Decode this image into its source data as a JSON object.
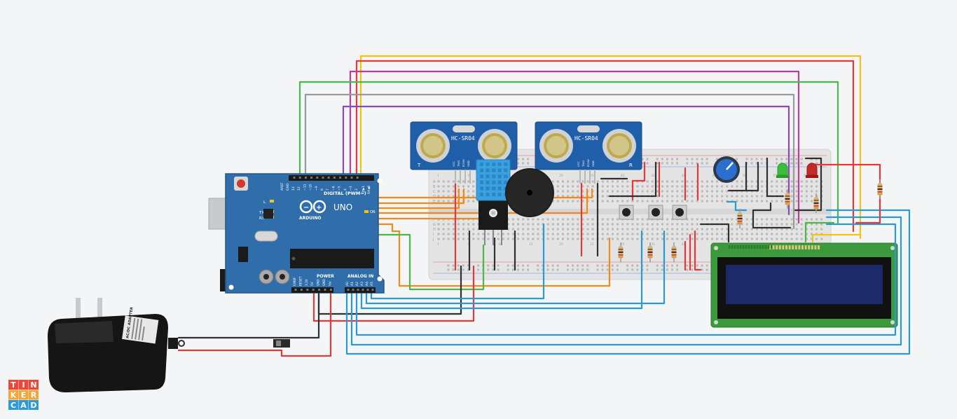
{
  "arduino": {
    "digital_label": "DIGITAL (PWM~)",
    "brand_name": "UNO",
    "brand_sub": "ARDUINO",
    "power_label": "POWER",
    "analog_label": "ANALOG IN",
    "tx_label": "TX",
    "rx_label": "RX",
    "l_label": "L",
    "on_label": "ON",
    "aref_label": "AREF",
    "gnd_label": "GND",
    "txpin_label": "TX▶1",
    "rxpin_label": "RX◀0",
    "digital_pins": [
      "13",
      "12",
      "~11",
      "~10",
      "~9",
      "8",
      "7",
      "~6",
      "~5",
      "4",
      "~3",
      "2"
    ],
    "power_pins": [
      "IOREF",
      "RESET",
      "3.3V",
      "5V",
      "GND",
      "GND",
      "Vin"
    ],
    "analog_pins": [
      "A0",
      "A1",
      "A2",
      "A3",
      "A4",
      "A5"
    ]
  },
  "sensors": [
    {
      "model": "HC-SR04",
      "corner": "T",
      "pins": [
        "VCC",
        "TRIG",
        "ECHO",
        "GND"
      ]
    },
    {
      "model": "HC-SR04",
      "corner": "R",
      "pins": [
        "VCC",
        "TRIG",
        "ECHO",
        "GND"
      ]
    }
  ],
  "adapter_label": "AC/DC ADAPTER",
  "breadboard_cols": [
    "1",
    "5",
    "10",
    "15",
    "20",
    "25",
    "30",
    "35",
    "40",
    "45",
    "50",
    "55",
    "60"
  ],
  "breadboard_rows": [
    "A",
    "B",
    "C",
    "D",
    "E",
    "F",
    "G",
    "H",
    "I",
    "J"
  ],
  "logo_letters": [
    "T",
    "I",
    "N",
    "K",
    "E",
    "R",
    "C",
    "A",
    "D"
  ],
  "colors": {
    "arduino": "#2f6eaa",
    "breadboard": "#e8e8e8",
    "sensor": "#1f5ea8",
    "dht": "#3aa0e0",
    "lcd_pcb": "#3c9a3c",
    "lcd_screen": "#1c2a6a",
    "wire_red": "#e03a3a",
    "wire_black": "#303030",
    "wire_orange": "#f08a1a",
    "wire_blue": "#2a9ad4",
    "wire_green": "#4ab84a",
    "wire_yellow": "#f2c218",
    "wire_magenta": "#c23a9a",
    "wire_purple": "#8a4ab8",
    "wire_gray": "#9a9a9a"
  }
}
